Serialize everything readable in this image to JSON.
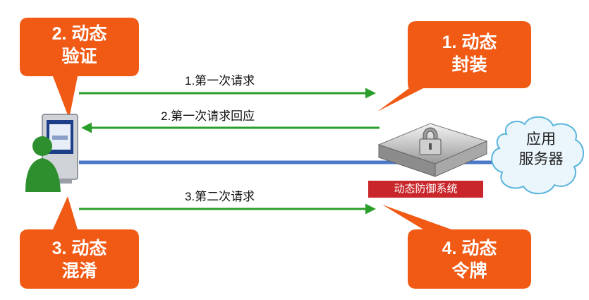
{
  "colors": {
    "callout_orange": "#f05a14",
    "arrow_green": "#2a9e2a",
    "line_blue": "#4a78c6",
    "tag_red": "#c8262a",
    "cloud_blue": "#5ab4dc"
  },
  "callouts": {
    "top_left": {
      "line1": "2. 动态",
      "line2": "验证"
    },
    "top_right": {
      "line1": "1.  动态",
      "line2": "封装"
    },
    "bottom_left": {
      "line1": "3. 动态",
      "line2": "混淆"
    },
    "bottom_right": {
      "line1": "4. 动态",
      "line2": "令牌"
    }
  },
  "arrows": {
    "first_request": "1.第一次请求",
    "first_response": "2.第一次请求回应",
    "second_request": "3.第二次请求"
  },
  "device_label": "动态防御系统",
  "server": {
    "line1": "应用",
    "line2": "服务器"
  },
  "icons": {
    "client": "user-computer-icon",
    "device": "lock-appliance-icon",
    "server": "cloud-icon"
  }
}
